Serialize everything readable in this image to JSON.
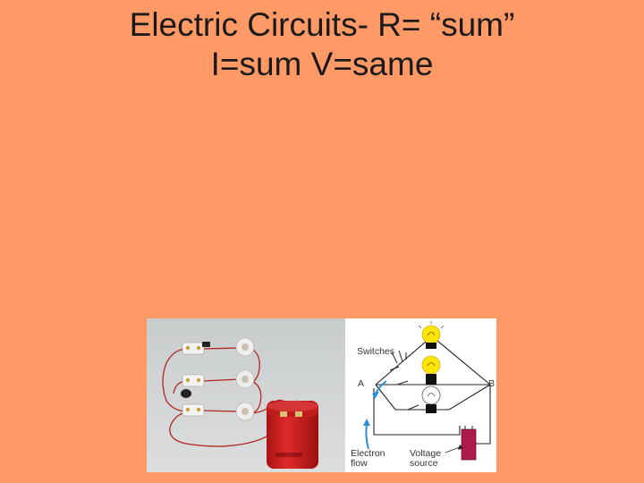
{
  "slide": {
    "title_line1": "Electric Circuits- R= “sum”",
    "title_line2": "I=sum V=same"
  },
  "diagram": {
    "label_switches": "Switches",
    "label_a": "A",
    "label_b": "B",
    "label_electron_flow_1": "Electron",
    "label_electron_flow_2": "flow",
    "label_voltage_source_1": "Voltage",
    "label_voltage_source_2": "source"
  },
  "colors": {
    "background": "#FF9966",
    "bulb_yellow": "#FFE600",
    "battery_red": "#D81E1E",
    "electron_arrow": "#2A8FD8",
    "voltage_source": "#B01A4A"
  }
}
